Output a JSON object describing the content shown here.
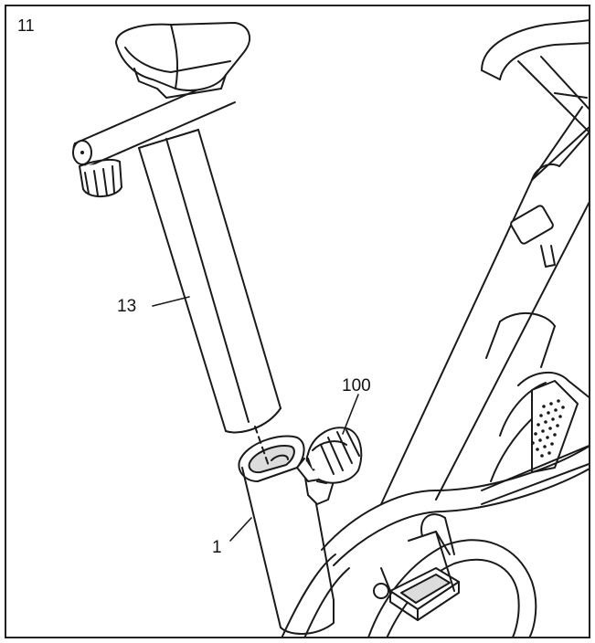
{
  "step": "11",
  "callouts": {
    "seat_post": "13",
    "knob": "100",
    "frame": "1"
  },
  "colors": {
    "line": "#1a1a1a",
    "fill": "#ffffff",
    "shade": "#dcdcdc"
  }
}
